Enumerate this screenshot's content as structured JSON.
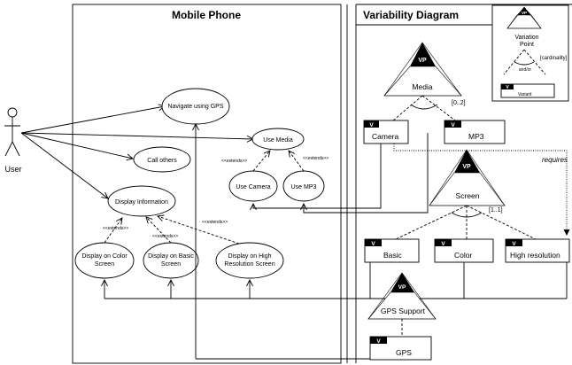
{
  "mobile_title": "Mobile Phone",
  "variability_title": "Variability Diagram",
  "actor": "User",
  "use_cases": {
    "gps": "Navigate using GPS",
    "media": "Use Media",
    "call": "Call others",
    "display": [
      "Display Information"
    ],
    "camera": "Use Camera",
    "mp3": "Use MP3",
    "color_screen": [
      "Display on Color",
      "Screen"
    ],
    "basic_screen": [
      "Display on Basic",
      "Screen"
    ],
    "high_res_screen": [
      "Display on High",
      "Resolution Screen"
    ]
  },
  "stereotypes": {
    "extends": "<<extends>>"
  },
  "legend": {
    "vp_badge": "VP",
    "variation_point": [
      "Variation",
      "Point"
    ],
    "cardinality": "[cardinality]",
    "andor": "and/or",
    "v_badge": "V",
    "variant": "Variant"
  },
  "variation_points": {
    "media": {
      "badge": "VP",
      "label": "Media",
      "cardinality": "[0..2]"
    },
    "screen": {
      "badge": "VP",
      "label": "Screen",
      "cardinality": "[1..1]"
    },
    "gps_support": {
      "badge": "VP",
      "label": "GPS Support"
    }
  },
  "variants": {
    "badge": "V",
    "camera": "Camera",
    "mp3": "MP3",
    "basic": "Basic",
    "color": "Color",
    "high_resolution": "High resolution",
    "gps": "GPS"
  },
  "requires": "requires"
}
